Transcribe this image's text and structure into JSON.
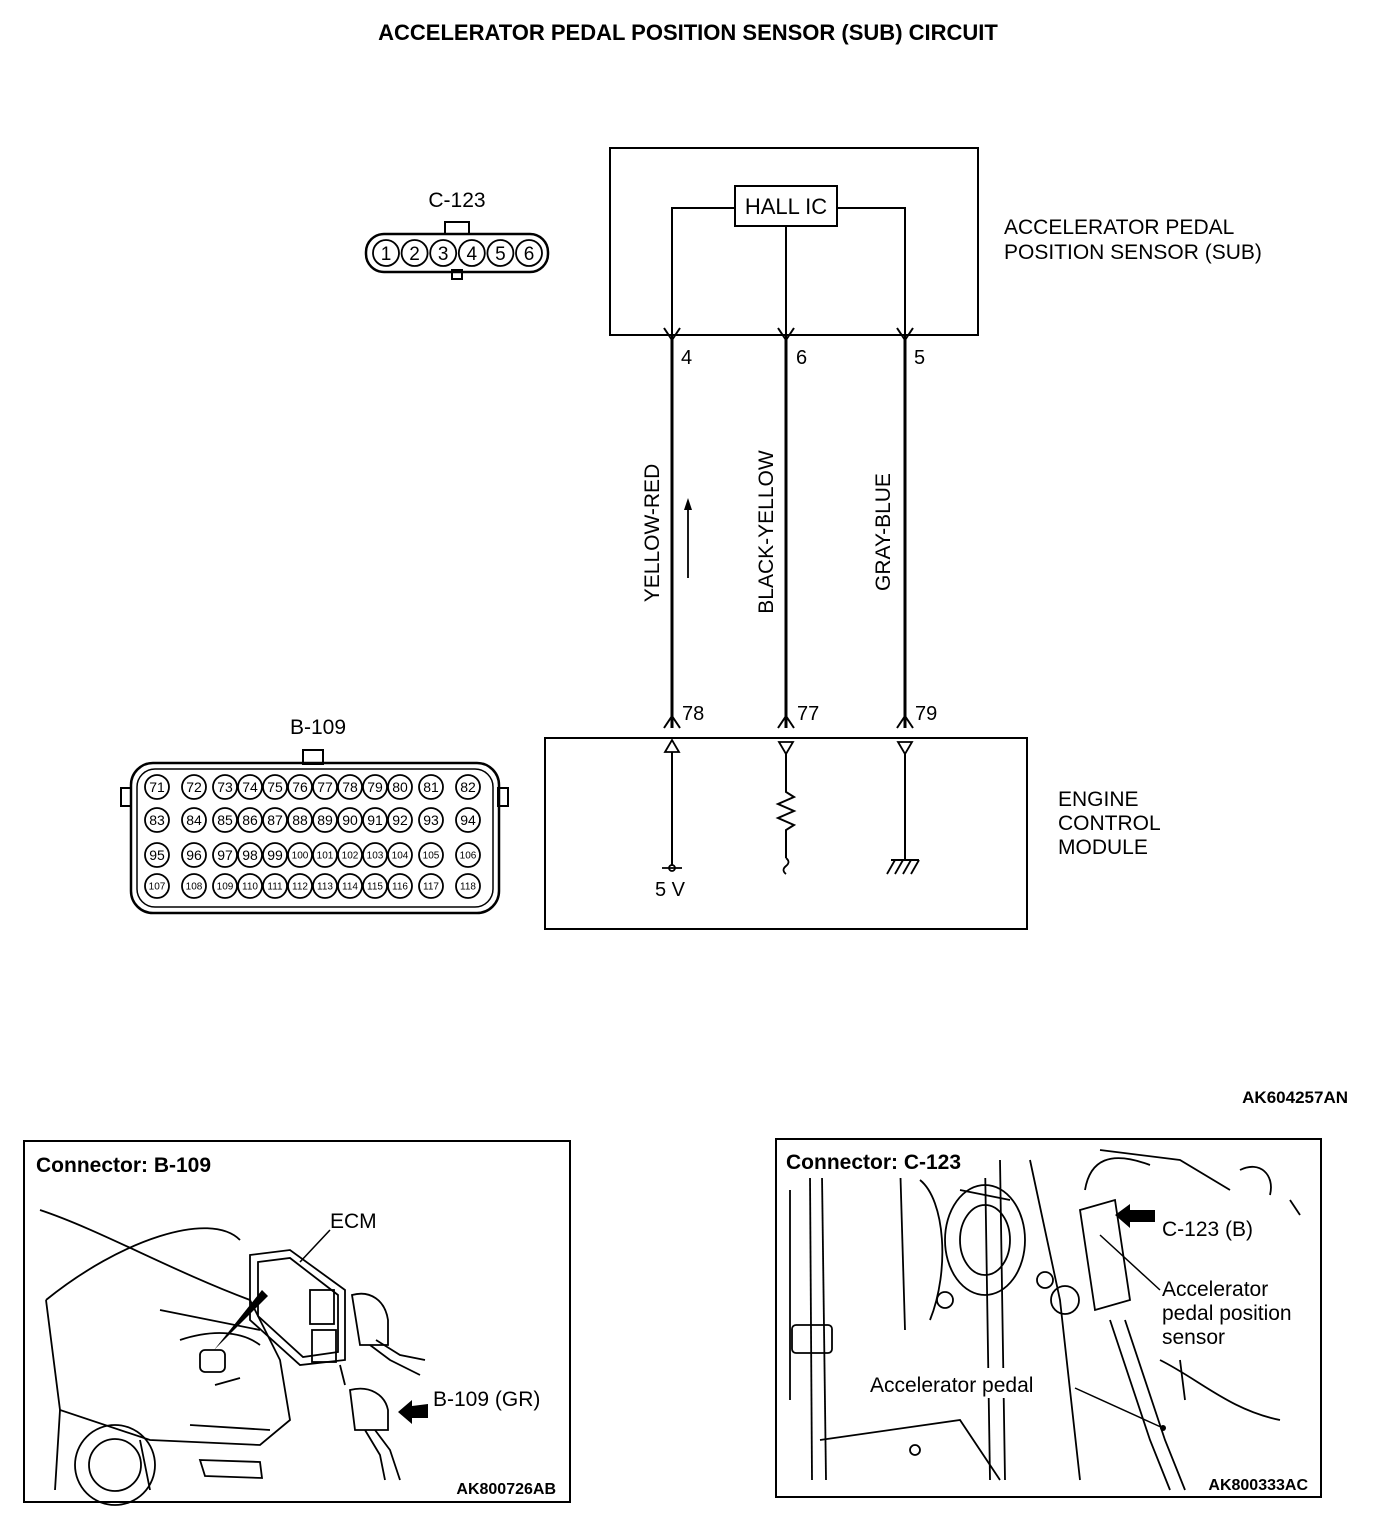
{
  "title": "ACCELERATOR PEDAL POSITION SENSOR (SUB) CIRCUIT",
  "figure_code": "AK604257AN",
  "connector_c123": {
    "label": "C-123",
    "pins": [
      "1",
      "2",
      "3",
      "4",
      "5",
      "6"
    ]
  },
  "connector_b109": {
    "label": "B-109",
    "rows": [
      [
        "71",
        "72",
        "73",
        "74",
        "75",
        "76",
        "77",
        "78",
        "79",
        "80",
        "81",
        "82"
      ],
      [
        "83",
        "84",
        "85",
        "86",
        "87",
        "88",
        "89",
        "90",
        "91",
        "92",
        "93",
        "94"
      ],
      [
        "95",
        "96",
        "97",
        "98",
        "99",
        "100",
        "101",
        "102",
        "103",
        "104",
        "105",
        "106"
      ],
      [
        "107",
        "108",
        "109",
        "110",
        "111",
        "112",
        "113",
        "114",
        "115",
        "116",
        "117",
        "118"
      ]
    ]
  },
  "sensor": {
    "ic_label": "HALL IC",
    "name_line1": "ACCELERATOR PEDAL",
    "name_line2": "POSITION SENSOR (SUB)"
  },
  "wires": [
    {
      "sensor_pin": "4",
      "ecm_pin": "78",
      "color": "YELLOW-RED"
    },
    {
      "sensor_pin": "6",
      "ecm_pin": "77",
      "color": "BLACK-YELLOW"
    },
    {
      "sensor_pin": "5",
      "ecm_pin": "79",
      "color": "GRAY-BLUE"
    }
  ],
  "ecm": {
    "name_line1": "ENGINE",
    "name_line2": "CONTROL",
    "name_line3": "MODULE",
    "supply_label": "5 V"
  },
  "panel_left": {
    "title": "Connector: B-109",
    "ecm_label": "ECM",
    "connector_label": "B-109 (GR)",
    "code": "AK800726AB"
  },
  "panel_right": {
    "title": "Connector: C-123",
    "connector_label": "C-123 (B)",
    "sensor_label_line1": "Accelerator",
    "sensor_label_line2": "pedal position",
    "sensor_label_line3": "sensor",
    "pedal_label": "Accelerator pedal",
    "code": "AK800333AC"
  }
}
